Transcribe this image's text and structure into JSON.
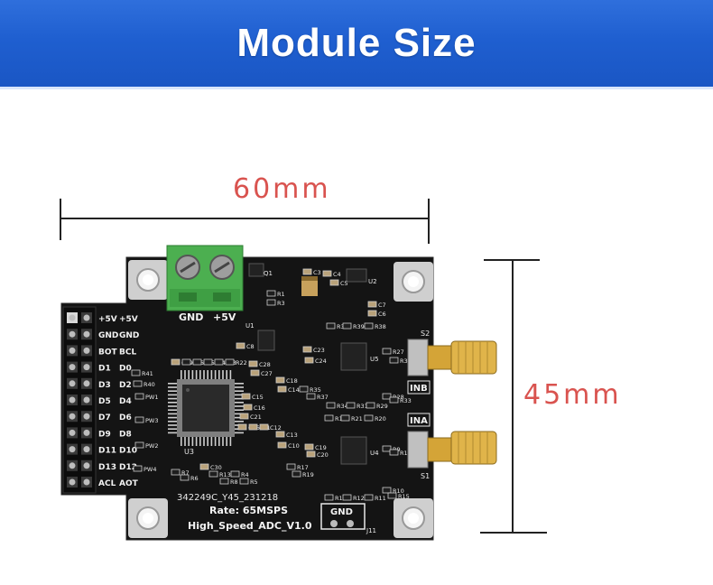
{
  "banner": {
    "title": "Module Size"
  },
  "dimensions": {
    "width_label": "60mm",
    "height_label": "45mm"
  },
  "colors": {
    "banner_blue": "#1f5fd0",
    "dimension_red": "#d9534f",
    "pcb_black": "#111111",
    "terminal_green": "#4caf50",
    "sma_gold": "#d4a437"
  },
  "board": {
    "terminal_labels": [
      "GND",
      "+5V"
    ],
    "header_left": [
      "+5V",
      "GND",
      "BOT",
      "D1",
      "D3",
      "D5",
      "D7",
      "D9",
      "D11",
      "D13",
      "ACL"
    ],
    "header_right": [
      "+5V",
      "GND",
      "BCL",
      "D0",
      "D2",
      "D4",
      "D6",
      "D8",
      "D10",
      "D12",
      "AOT"
    ],
    "connector_labels": [
      "INB",
      "INA"
    ],
    "sma_labels": [
      "S2",
      "S1"
    ],
    "gnd_pad_label": "GND",
    "gnd_pad_ref": "J11",
    "serial": "342249C_Y45_231218",
    "rate": "Rate: 65MSPS",
    "model": "High_Speed_ADC_V1.0",
    "chip_ref": "U3",
    "ic_refs": [
      "Q1",
      "U1",
      "U2",
      "U5",
      "U4"
    ],
    "component_refs": [
      "R1",
      "R3",
      "C3",
      "C4",
      "C5",
      "C7",
      "C6",
      "R36",
      "R39",
      "R38",
      "C23",
      "C24",
      "R27",
      "R32",
      "R28",
      "R33",
      "R34",
      "R31",
      "R29",
      "R18",
      "R21",
      "R20",
      "C19",
      "C20",
      "R9",
      "R14",
      "R16",
      "R12",
      "R11",
      "R10",
      "R15",
      "R41",
      "R40",
      "PW1",
      "PW3",
      "PW2",
      "PW4",
      "C29",
      "R26",
      "R25",
      "R24",
      "R23",
      "R22",
      "C8",
      "C28",
      "C27",
      "C18",
      "C14",
      "C15",
      "C16",
      "C21",
      "C13",
      "C10",
      "C26",
      "C11",
      "C12",
      "R17",
      "R19",
      "R35",
      "R37",
      "R7",
      "R6",
      "C30",
      "R13",
      "R8",
      "R4",
      "R5"
    ]
  }
}
